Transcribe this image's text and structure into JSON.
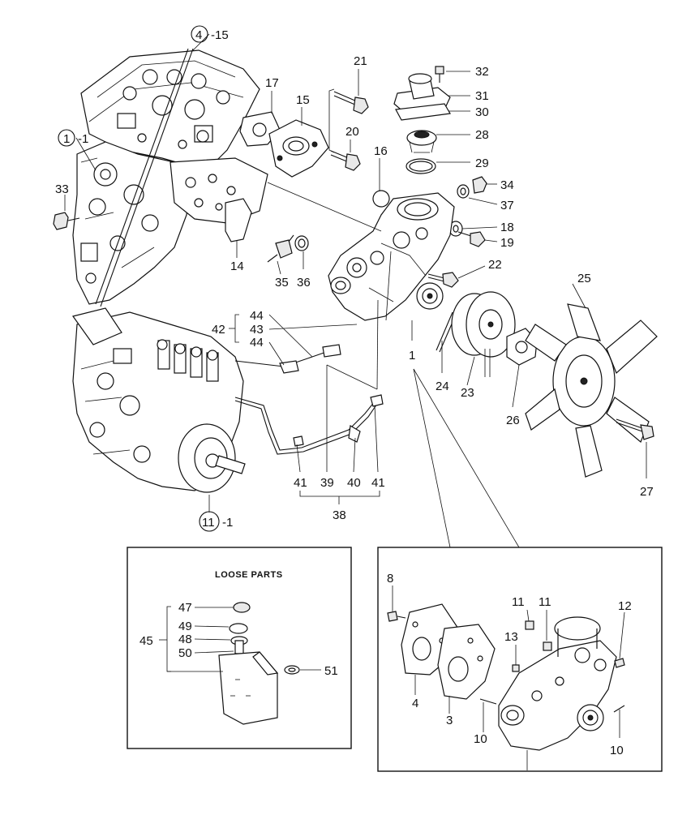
{
  "diagram": {
    "loose_parts_title": "LOOSE PARTS",
    "callouts": {
      "c4": {
        "num": "4",
        "suffix": "-15"
      },
      "c1": {
        "num": "1",
        "suffix": "-1"
      },
      "c11": {
        "num": "11",
        "suffix": "-1"
      }
    },
    "labels": {
      "l1": "1",
      "l3": "3",
      "l4": "4",
      "l8": "8",
      "l10a": "10",
      "l10b": "10",
      "l11a": "11",
      "l11b": "11",
      "l12": "12",
      "l13": "13",
      "l14": "14",
      "l15": "15",
      "l16": "16",
      "l17": "17",
      "l18": "18",
      "l19": "19",
      "l20": "20",
      "l21": "21",
      "l22": "22",
      "l23": "23",
      "l24": "24",
      "l25": "25",
      "l26": "26",
      "l27": "27",
      "l28": "28",
      "l29": "29",
      "l30": "30",
      "l31": "31",
      "l32": "32",
      "l33": "33",
      "l34": "34",
      "l35": "35",
      "l36": "36",
      "l37": "37",
      "l38": "38",
      "l39": "39",
      "l40": "40",
      "l41a": "41",
      "l41b": "41",
      "l42": "42",
      "l43": "43",
      "l44a": "44",
      "l44b": "44",
      "l45": "45",
      "l47": "47",
      "l48": "48",
      "l49": "49",
      "l50": "50",
      "l51": "51"
    }
  }
}
